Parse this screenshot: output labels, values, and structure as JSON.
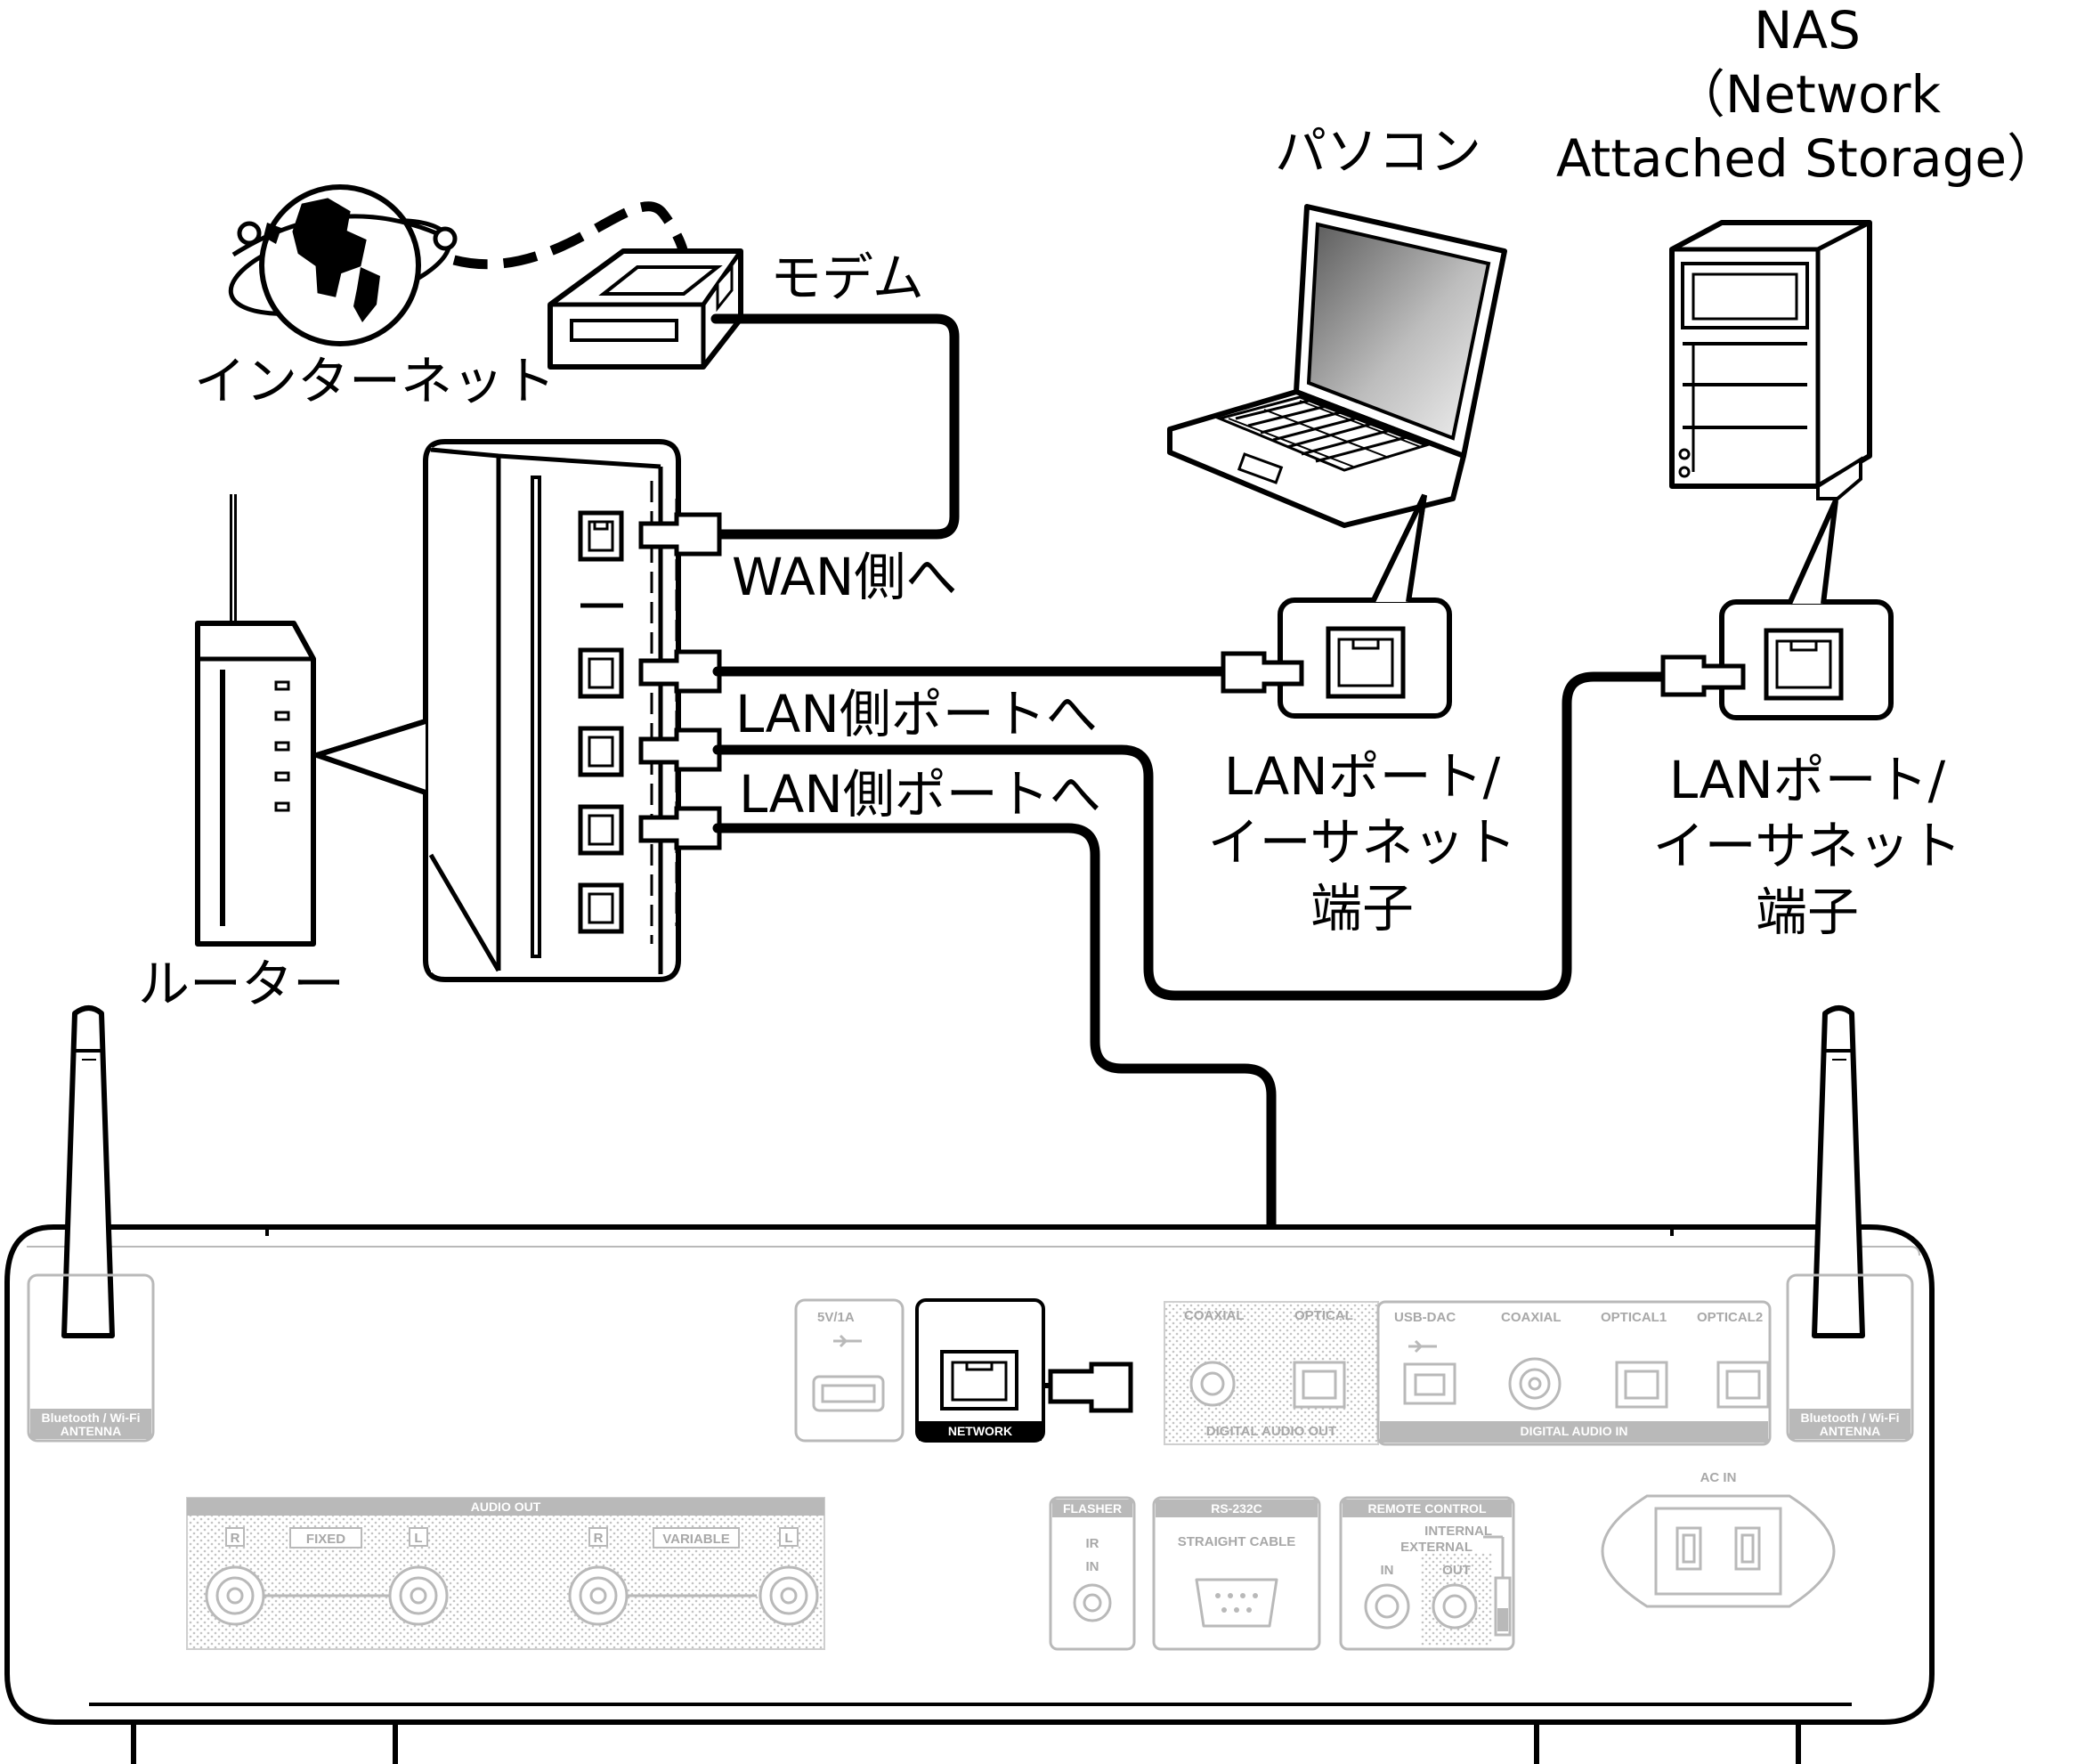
{
  "labels": {
    "internet": "インターネット",
    "modem": "モデム",
    "router": "ルーター",
    "wan": "WAN側へ",
    "lan1": "LAN側ポートへ",
    "lan2": "LAN側ポートへ",
    "pc": "パソコン",
    "nas_line1": "NAS",
    "nas_line2": "（Network",
    "nas_line3": "Attached Storage）",
    "pc_port_l1": "LANポート/",
    "pc_port_l2": "イーサネット",
    "pc_port_l3": "端子",
    "nas_port_l1": "LANポート/",
    "nas_port_l2": "イーサネット",
    "nas_port_l3": "端子"
  },
  "panel": {
    "antenna_left": [
      "Bluetooth / Wi-Fi",
      "ANTENNA"
    ],
    "antenna_right": [
      "Bluetooth / Wi-Fi",
      "ANTENNA"
    ],
    "usb": "5V/1A",
    "network": "NETWORK",
    "digital_out": {
      "title": "DIGITAL AUDIO OUT",
      "coaxial": "COAXIAL",
      "optical": "OPTICAL"
    },
    "digital_in": {
      "title": "DIGITAL AUDIO IN",
      "usb_dac": "USB-DAC",
      "coaxial": "COAXIAL",
      "optical1": "OPTICAL1",
      "optical2": "OPTICAL2"
    },
    "audio_out": {
      "title": "AUDIO OUT",
      "fixed": "FIXED",
      "variable": "VARIABLE",
      "r": "R",
      "l": "L"
    },
    "flasher": {
      "title": "FLASHER",
      "ir": "IR",
      "in": "IN"
    },
    "rs232c": {
      "title": "RS-232C",
      "cable": "STRAIGHT CABLE"
    },
    "remote": {
      "title": "REMOTE CONTROL",
      "internal": "INTERNAL",
      "external": "EXTERNAL",
      "in": "IN",
      "out": "OUT"
    },
    "ac_in": "AC IN"
  },
  "colors": {
    "line": "#000000",
    "panel_gray": "#b9b9b9"
  }
}
